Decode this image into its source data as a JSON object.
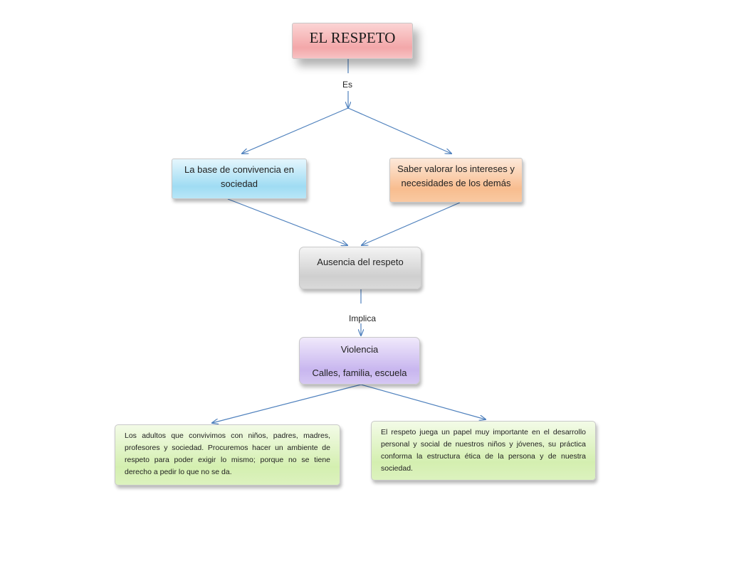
{
  "diagram": {
    "title": "EL RESPETO",
    "connector_es": "Es",
    "box_left": "La base de convivencia en sociedad",
    "box_right": "Saber valorar los intereses y necesidades de los demás",
    "box_center": "Ausencia del respeto",
    "connector_implica": "Implica",
    "violence_title": "Violencia",
    "violence_places": "Calles, familia, escuela",
    "note_left": "Los adultos que convivimos con niños, padres, madres, profesores y sociedad. Procuremos hacer un ambiente de respeto para poder exigir lo mismo; porque no se tiene derecho a pedir lo que no se da.",
    "note_right": "El respeto juega un papel muy importante en el desarrollo personal y social de nuestros niños y jóvenes, su práctica conforma la estructura ética de la persona y de nuestra sociedad."
  },
  "colors": {
    "arrow": "#4f81bd",
    "title_fill": "#f3a7a9",
    "blue_fill": "#9fdcf3",
    "orange_fill": "#f8bd8f",
    "grey_fill": "#cfcfcf",
    "purple_fill": "#c8b6ef",
    "green_fill": "#d4efb0"
  }
}
